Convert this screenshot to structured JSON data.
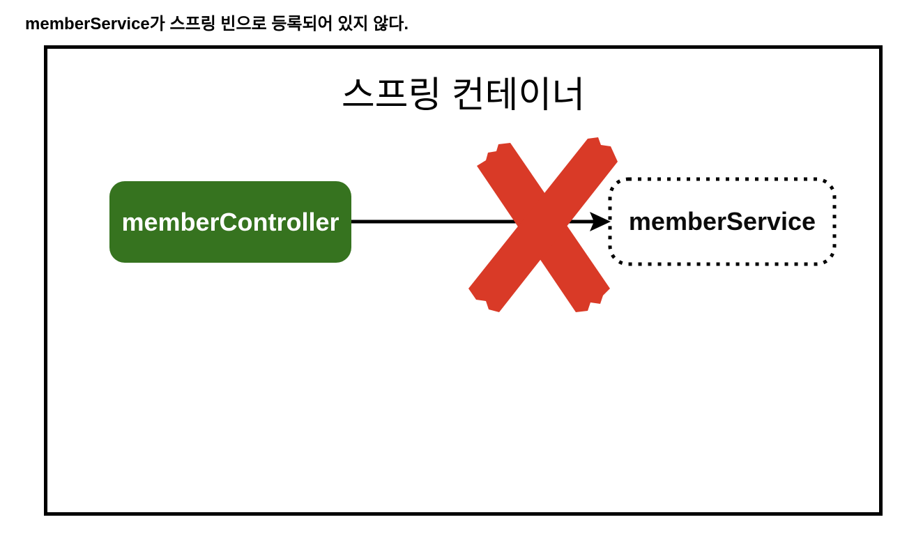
{
  "heading": {
    "text": "memberService가 스프링 빈으로 등록되어 있지 않다."
  },
  "container": {
    "title": "스프링 컨테이너",
    "border_color": "#000000",
    "background": "#ffffff"
  },
  "nodes": {
    "controller": {
      "label": "memberController",
      "fill": "#36731f",
      "text_color": "#ffffff"
    },
    "service": {
      "label": "memberService",
      "border_color": "#000000",
      "border_style": "dotted",
      "fill": "#ffffff",
      "text_color": "#0b0b0b"
    }
  },
  "arrow": {
    "color": "#000000"
  },
  "cross_mark": {
    "color": "#d93a27"
  }
}
